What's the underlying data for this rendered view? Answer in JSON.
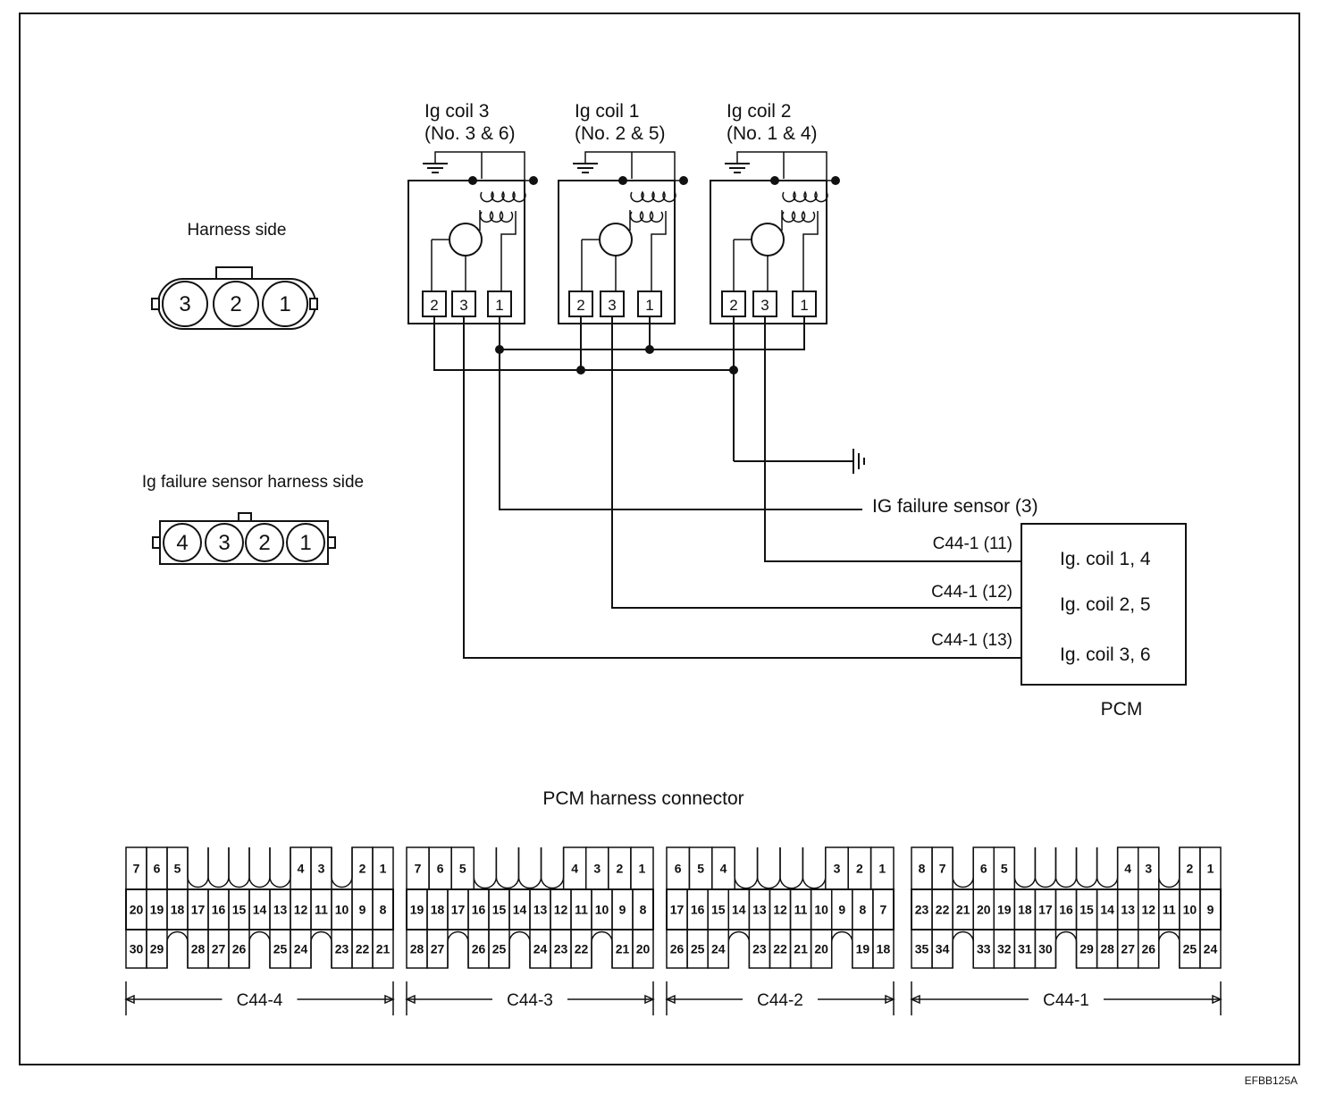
{
  "coils": [
    {
      "title": "Ig coil 3",
      "sub": "(No. 3 & 6)",
      "pins": [
        "2",
        "3",
        "1"
      ]
    },
    {
      "title": "Ig coil 1",
      "sub": "(No. 2 & 5)",
      "pins": [
        "2",
        "3",
        "1"
      ]
    },
    {
      "title": "Ig coil 2",
      "sub": "(No. 1 & 4)",
      "pins": [
        "2",
        "3",
        "1"
      ]
    }
  ],
  "harness_side": {
    "label": "Harness side",
    "pins": [
      "3",
      "2",
      "1"
    ]
  },
  "ig_failure_side": {
    "label": "Ig failure sensor harness side",
    "pins": [
      "4",
      "3",
      "2",
      "1"
    ]
  },
  "ig_failure_sensor_label": "IG failure sensor (3)",
  "pcm": {
    "label": "PCM",
    "terminals": [
      {
        "circuit": "C44-1 (11)",
        "name": "Ig. coil 1, 4"
      },
      {
        "circuit": "C44-1 (12)",
        "name": "Ig. coil 2, 5"
      },
      {
        "circuit": "C44-1 (13)",
        "name": "Ig. coil 3, 6"
      }
    ]
  },
  "connector_title": "PCM harness connector",
  "connectors": [
    {
      "name": "C44-4",
      "rows": [
        [
          "7",
          "6",
          "5",
          "",
          "",
          "",
          "",
          "",
          "4",
          "3",
          "",
          "2",
          "1"
        ],
        [
          "20",
          "19",
          "18",
          "17",
          "16",
          "15",
          "14",
          "13",
          "12",
          "11",
          "10",
          "9",
          "8"
        ],
        [
          "30",
          "29",
          "",
          "28",
          "27",
          "26",
          "",
          "25",
          "24",
          "",
          "23",
          "22",
          "21"
        ]
      ]
    },
    {
      "name": "C44-3",
      "rows": [
        [
          "7",
          "6",
          "5",
          "",
          "",
          "",
          "",
          "4",
          "3",
          "2",
          "1"
        ],
        [
          "19",
          "18",
          "17",
          "16",
          "15",
          "14",
          "13",
          "12",
          "11",
          "10",
          "9",
          "8"
        ],
        [
          "28",
          "27",
          "",
          "26",
          "25",
          "",
          "24",
          "23",
          "22",
          "",
          "21",
          "20"
        ]
      ]
    },
    {
      "name": "C44-2",
      "rows": [
        [
          "6",
          "5",
          "4",
          "",
          "",
          "",
          "",
          "3",
          "2",
          "1"
        ],
        [
          "17",
          "16",
          "15",
          "14",
          "13",
          "12",
          "11",
          "10",
          "9",
          "8",
          "7"
        ],
        [
          "26",
          "25",
          "24",
          "",
          "23",
          "22",
          "21",
          "20",
          "",
          "19",
          "18"
        ]
      ]
    },
    {
      "name": "C44-1",
      "rows": [
        [
          "8",
          "7",
          "",
          "6",
          "5",
          "",
          "",
          "",
          "",
          "",
          "4",
          "3",
          "",
          "2",
          "1"
        ],
        [
          "23",
          "22",
          "21",
          "20",
          "19",
          "18",
          "17",
          "16",
          "15",
          "14",
          "13",
          "12",
          "11",
          "10",
          "9"
        ],
        [
          "35",
          "34",
          "",
          "33",
          "32",
          "31",
          "30",
          "",
          "29",
          "28",
          "27",
          "26",
          "",
          "25",
          "24"
        ]
      ]
    }
  ],
  "figure_code": "EFBB125A"
}
